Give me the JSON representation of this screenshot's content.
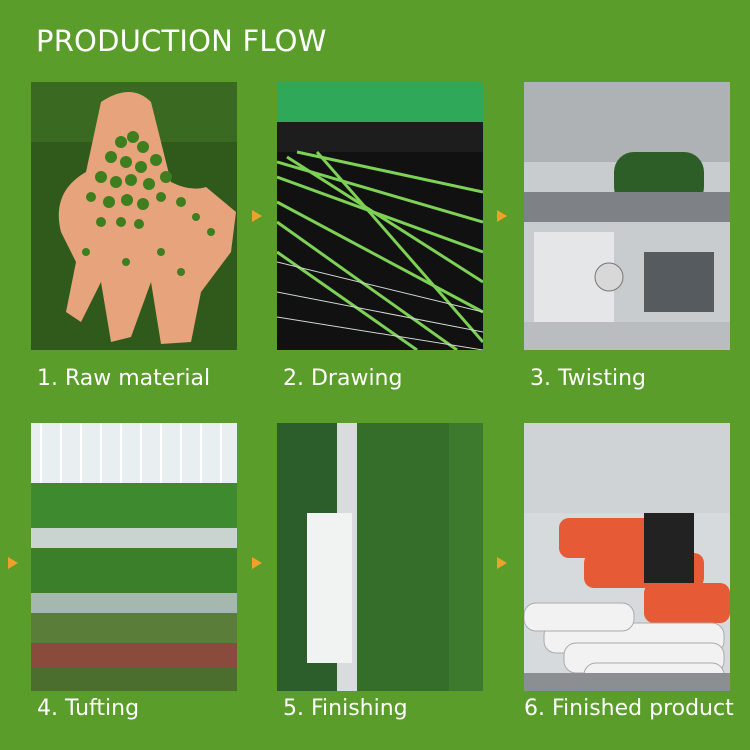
{
  "title": "PRODUCTION FLOW",
  "accent_color": "#f0a12a",
  "background_color": "#5a9d2a",
  "steps": [
    {
      "label": "1. Raw material",
      "photo": "hand-holding-green-pellets"
    },
    {
      "label": "2. Drawing",
      "photo": "green-yarn-drawing-machine"
    },
    {
      "label": "3. Twisting",
      "photo": "yarn-twisting-machine"
    },
    {
      "label": "4. Tufting",
      "photo": "tufting-machine-green-turf"
    },
    {
      "label": "5. Finishing",
      "photo": "green-turf-backing-finishing"
    },
    {
      "label": "6. Finished product",
      "photo": "warehouse-turf-rolls-forklift"
    }
  ]
}
